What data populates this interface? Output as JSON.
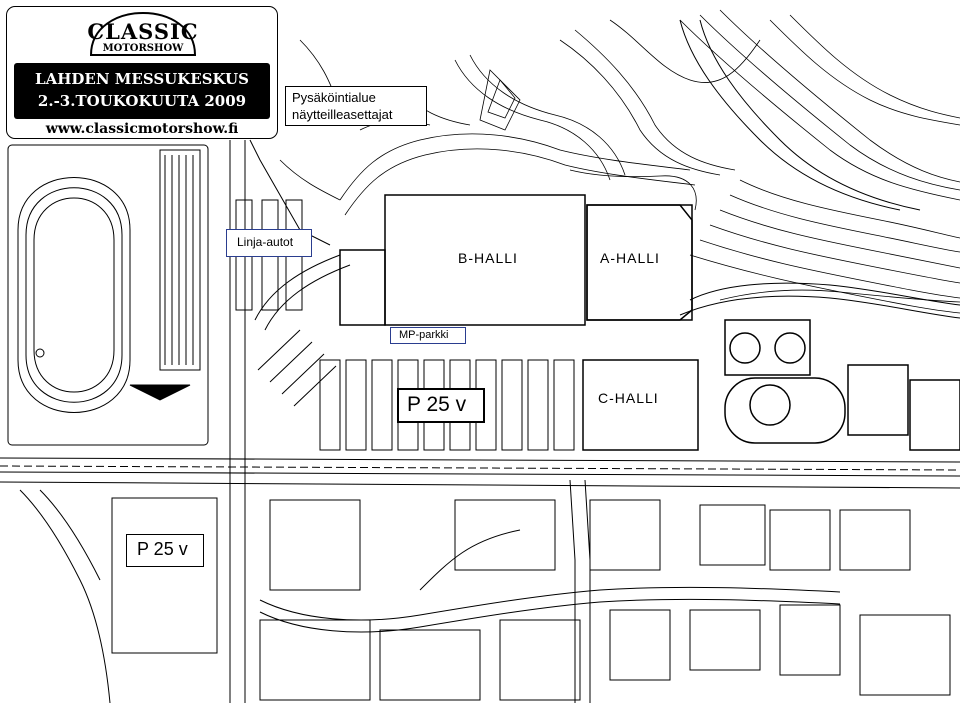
{
  "logo": {
    "brand_top": "CLASSIC",
    "brand_bottom": "MOTORSHOW",
    "venue": "LAHDEN MESSUKESKUS",
    "dates": "2.-3.TOUKOKUUTA 2009",
    "url": "www.classicmotorshow.fi"
  },
  "labels": {
    "exhibitor_parking_line1": "Pysäköintialue",
    "exhibitor_parking_line2": "näytteilleasettajat",
    "bus_parking": "Linja-autot",
    "mp_parking": "MP-parkki",
    "parking_main": "P 25 v",
    "parking_south": "P 25 v"
  },
  "halls": {
    "b": "B-HALLI",
    "a": "A-HALLI",
    "c": "C-HALLI"
  },
  "colors": {
    "label_border_blue": "#2a3d8f",
    "ink": "#000000",
    "paper": "#ffffff"
  }
}
